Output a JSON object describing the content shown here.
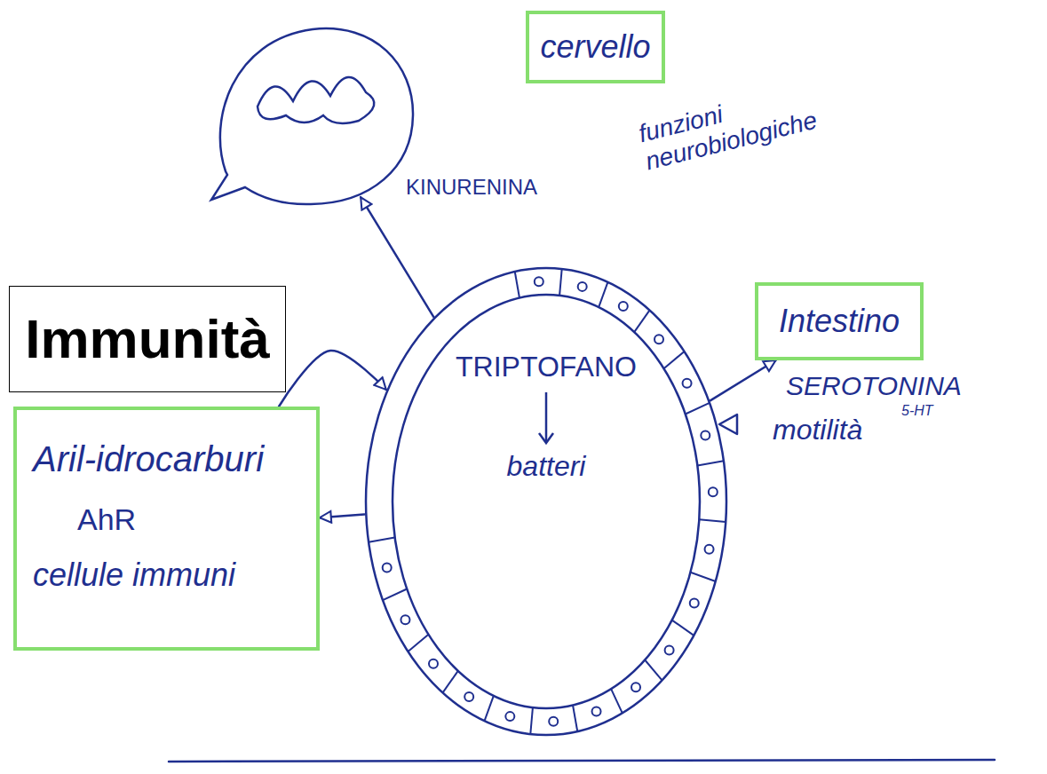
{
  "diagram": {
    "nodes": [
      {
        "text": [
          "KINURENINA"
        ]
      },
      {
        "text": [
          "cervello"
        ]
      },
      {
        "text": [
          "Immunità"
        ]
      },
      {
        "text": [
          "TRIPTOFANO",
          "batteri"
        ]
      },
      {
        "text": [
          "Intestino"
        ]
      },
      {
        "text": [
          "Aril-idrocarburi",
          "AhR",
          "cellule immuni"
        ]
      }
    ],
    "edges": [
      {
        "from": 3,
        "to": 0,
        "arrow": "to"
      },
      {
        "from": 3,
        "to": 5,
        "arrow": "to"
      },
      {
        "from": 3,
        "to": 4,
        "arrow": "to"
      },
      {
        "from": 5,
        "to": 3,
        "arrow": "to"
      }
    ],
    "labels": [
      "funzioni neurobiologiche",
      "SEROTONINA",
      "5-HT",
      "motilità"
    ]
  }
}
